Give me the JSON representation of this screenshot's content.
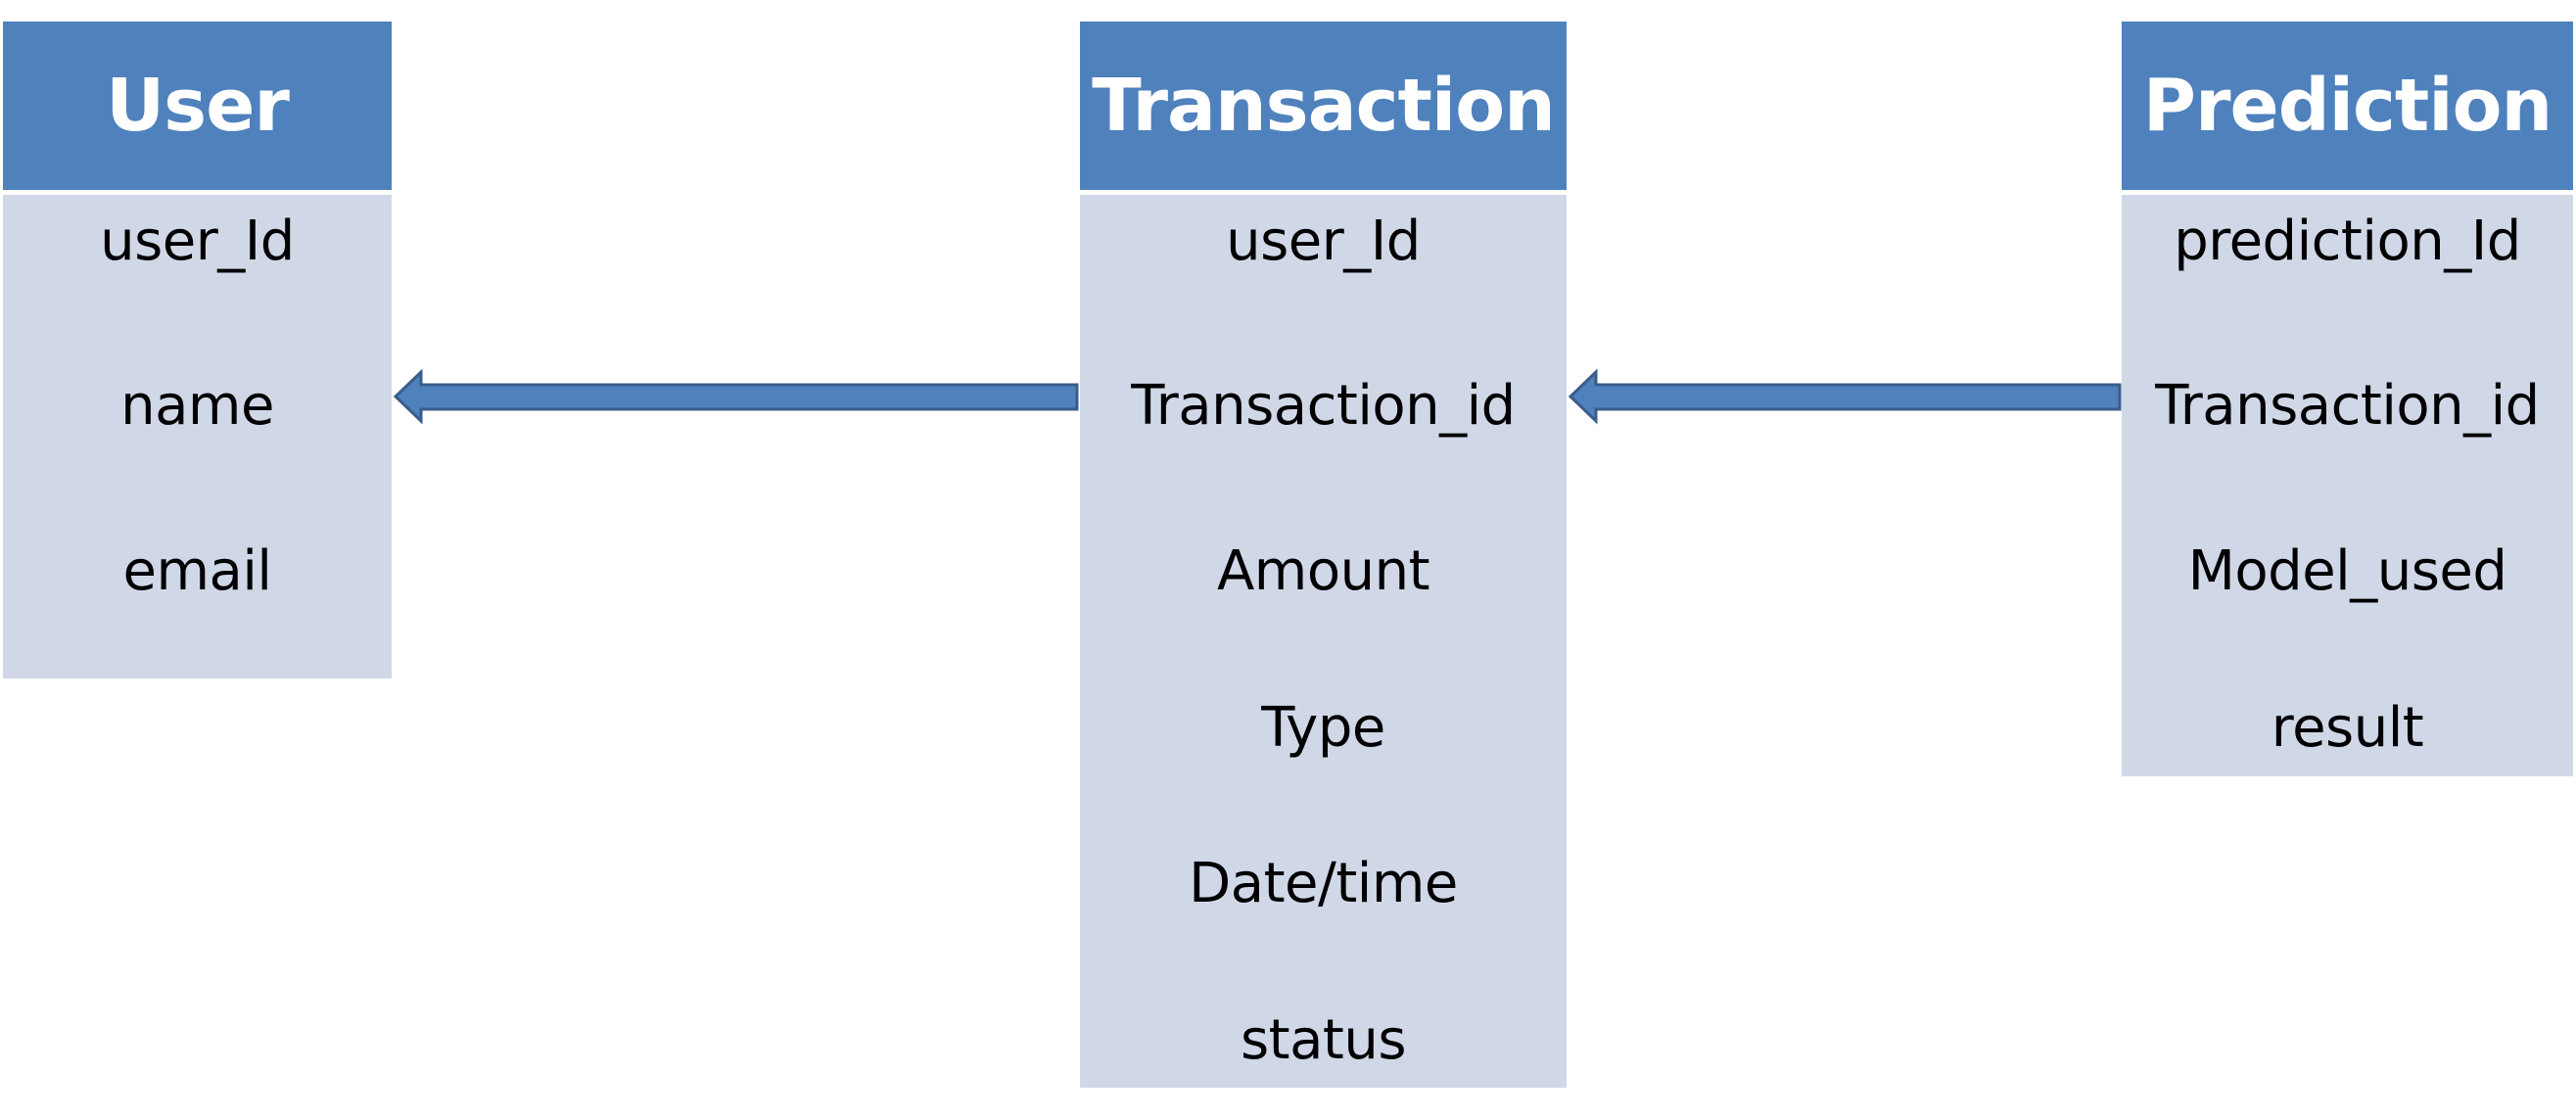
{
  "colors": {
    "header": "#4f81bd",
    "body": "#d0d8e8",
    "arrow_fill": "#4f81bd",
    "arrow_stroke": "#385d8a"
  },
  "entities": {
    "user": {
      "title": "User",
      "fields": [
        "user_Id",
        "name",
        "email"
      ]
    },
    "transaction": {
      "title": "Transaction",
      "fields": [
        "user_Id",
        "Transaction_id",
        "Amount",
        "Type",
        "Date/time",
        "status"
      ]
    },
    "prediction": {
      "title": "Prediction",
      "fields": [
        "prediction_Id",
        "Transaction_id",
        "Model_used",
        "result"
      ]
    }
  },
  "relationships": [
    {
      "from": "transaction",
      "to": "user"
    },
    {
      "from": "prediction",
      "to": "transaction"
    }
  ]
}
